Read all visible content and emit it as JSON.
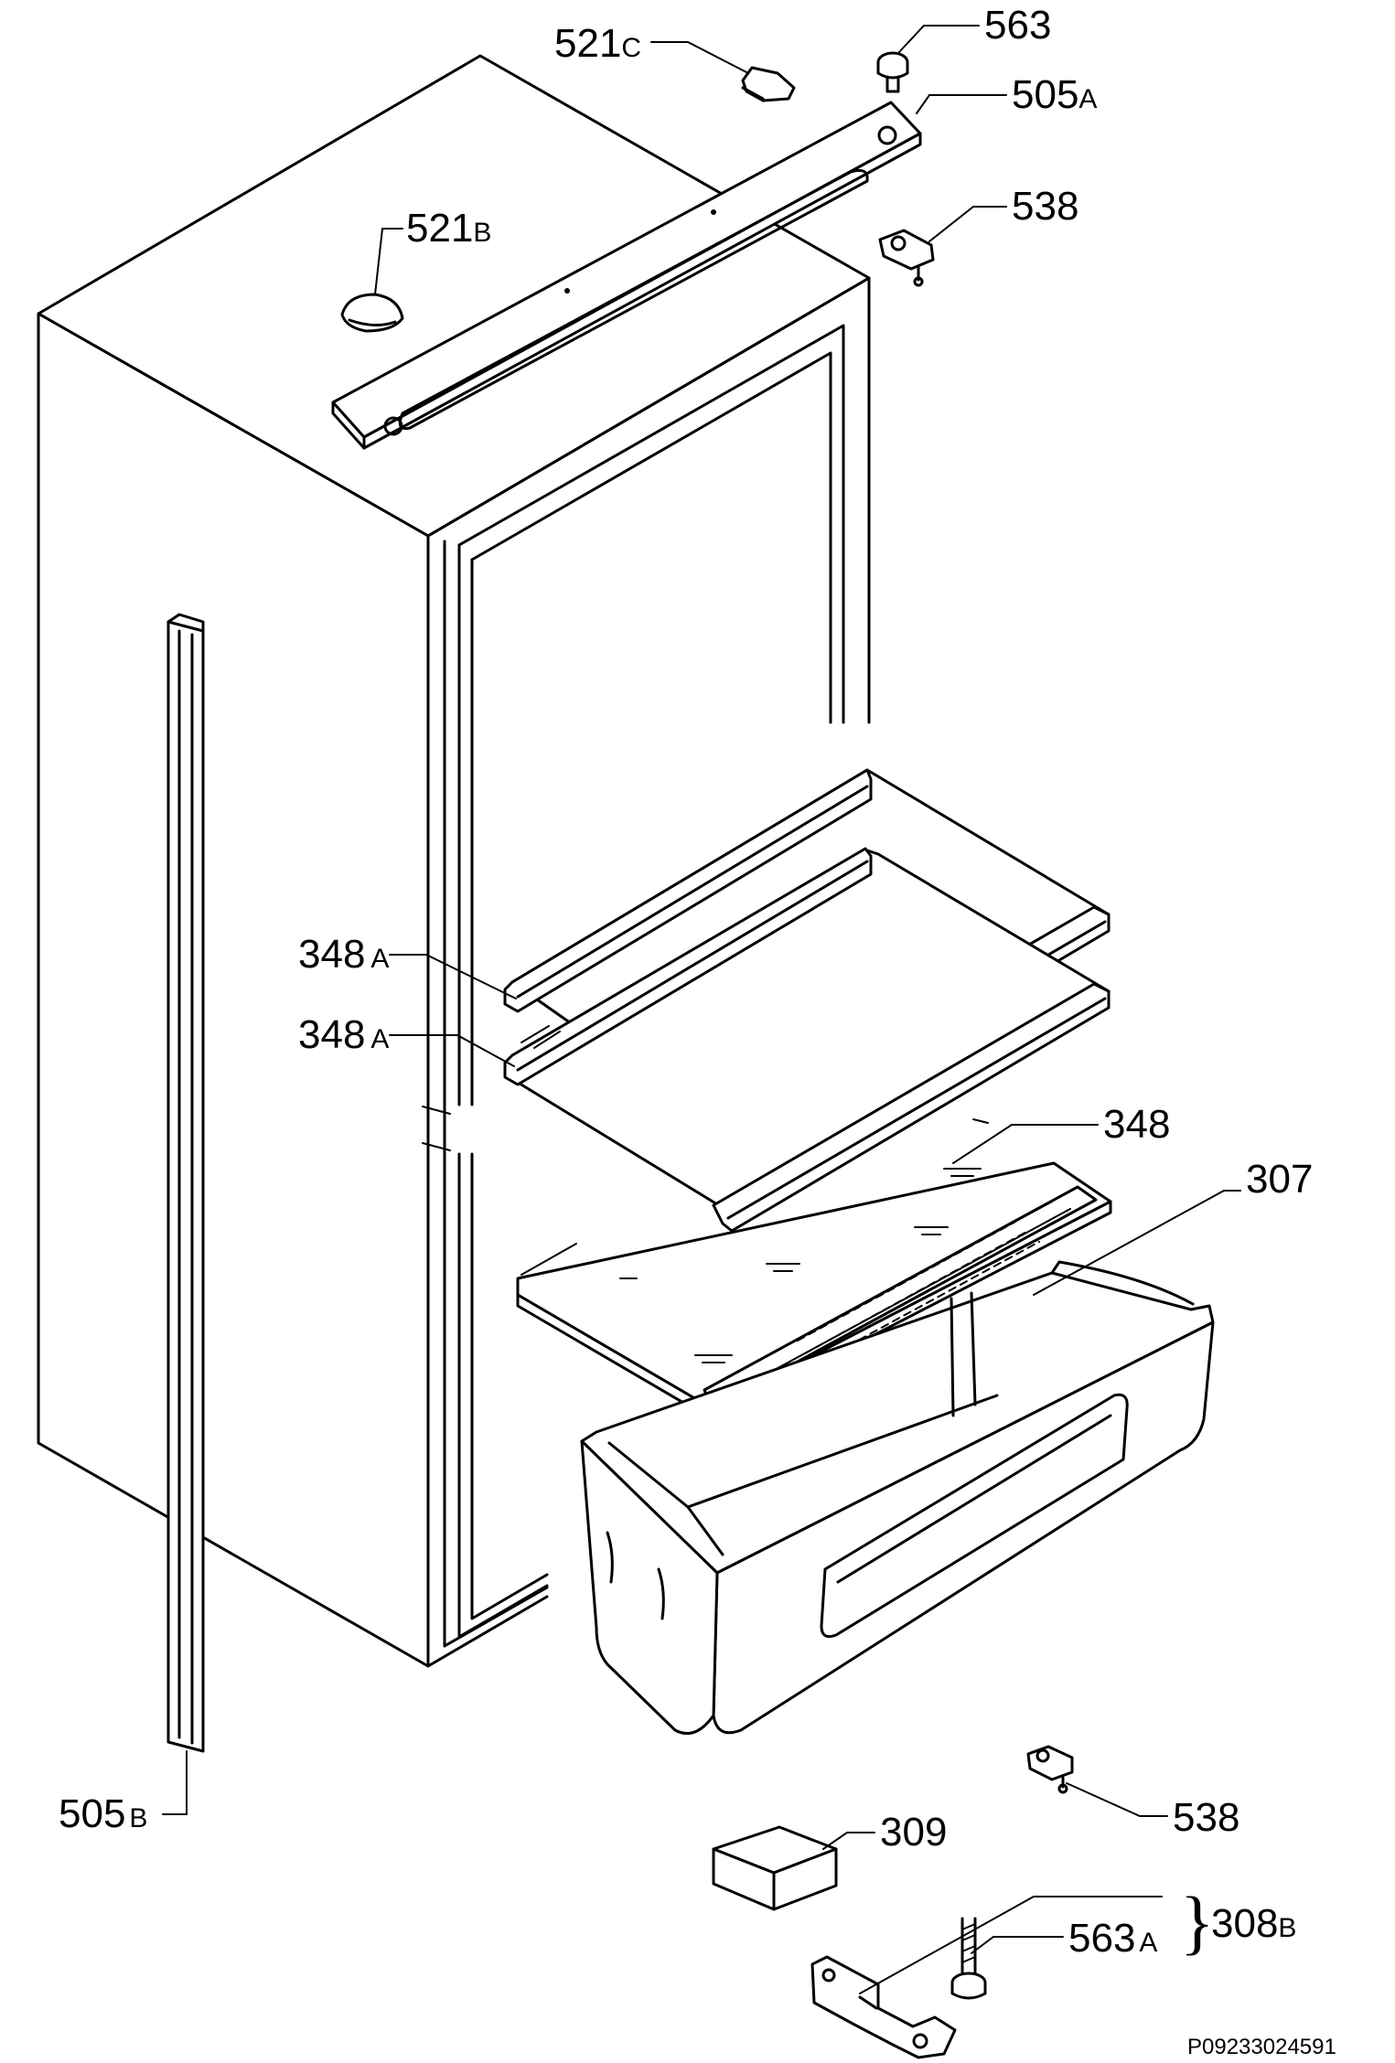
{
  "labels": {
    "l521c": {
      "num": "521",
      "suffix": "C"
    },
    "l563": {
      "num": "563",
      "suffix": ""
    },
    "l505a": {
      "num": "505",
      "suffix": "A"
    },
    "l538_top": {
      "num": "538",
      "suffix": ""
    },
    "l521b": {
      "num": "521",
      "suffix": "B"
    },
    "l348a_1": {
      "num": "348",
      "suffix": "A"
    },
    "l348a_2": {
      "num": "348",
      "suffix": "A"
    },
    "l348": {
      "num": "348",
      "suffix": ""
    },
    "l307": {
      "num": "307",
      "suffix": ""
    },
    "l505b": {
      "num": "505",
      "suffix": "B"
    },
    "l538_bottom": {
      "num": "538",
      "suffix": ""
    },
    "l309": {
      "num": "309",
      "suffix": ""
    },
    "l563a": {
      "num": "563",
      "suffix": "A"
    },
    "l308b": {
      "num": "308",
      "suffix": "B"
    }
  },
  "drawing_code": "P09233024591"
}
